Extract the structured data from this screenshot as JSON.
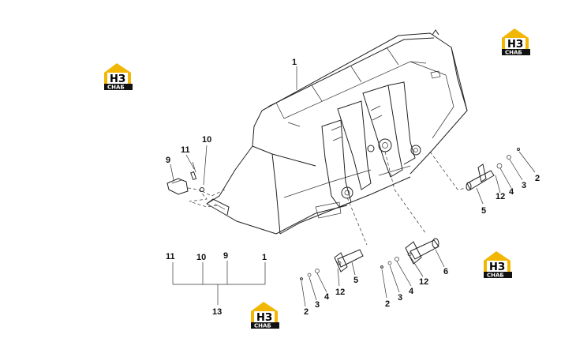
{
  "diagram": {
    "callouts": {
      "bucket": "1",
      "left_side": {
        "n11": "11",
        "n10": "10",
        "n9": "9"
      },
      "right_pin": {
        "n2": "2",
        "n3": "3",
        "n4": "4",
        "n12": "12",
        "n5": "5"
      },
      "bottom_left_pin": {
        "n2": "2",
        "n3": "3",
        "n4": "4",
        "n12": "12",
        "n5": "5"
      },
      "bottom_mid_pin": {
        "n2": "2",
        "n3": "3",
        "n4": "4",
        "n12": "12",
        "n6": "6"
      },
      "assembly": {
        "n11": "11",
        "n10": "10",
        "n9": "9",
        "n1": "1",
        "n13": "13"
      }
    }
  },
  "logos": [
    {
      "top": "НЗ",
      "bottom": "СНАБ"
    },
    {
      "top": "НЗ",
      "bottom": "СНАБ"
    },
    {
      "top": "НЗ",
      "bottom": "СНАБ"
    },
    {
      "top": "НЗ",
      "bottom": "СНАБ"
    }
  ],
  "colors": {
    "logo_accent": "#f2b705",
    "logo_dark": "#111111",
    "line": "#222222"
  }
}
